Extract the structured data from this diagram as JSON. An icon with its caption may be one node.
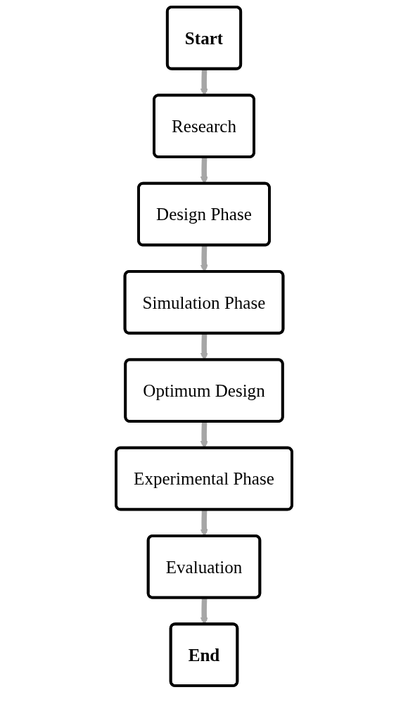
{
  "diagram": {
    "nodes": [
      {
        "text": [
          "Start"
        ]
      },
      {
        "text": [
          "Research"
        ]
      },
      {
        "text": [
          "Design Phase"
        ]
      },
      {
        "text": [
          "Simulation Phase"
        ]
      },
      {
        "text": [
          "Optimum Design"
        ]
      },
      {
        "text": [
          "Experimental Phase"
        ]
      },
      {
        "text": [
          "Evaluation"
        ]
      },
      {
        "text": [
          "End"
        ]
      }
    ],
    "edges": [
      {
        "from": 0,
        "to": 1,
        "arrow": "to"
      },
      {
        "from": 1,
        "to": 2,
        "arrow": "to"
      },
      {
        "from": 2,
        "to": 3,
        "arrow": "to"
      },
      {
        "from": 3,
        "to": 4,
        "arrow": "to"
      },
      {
        "from": 4,
        "to": 5,
        "arrow": "to"
      },
      {
        "from": 5,
        "to": 6,
        "arrow": "to"
      },
      {
        "from": 6,
        "to": 7,
        "arrow": "to"
      }
    ]
  }
}
